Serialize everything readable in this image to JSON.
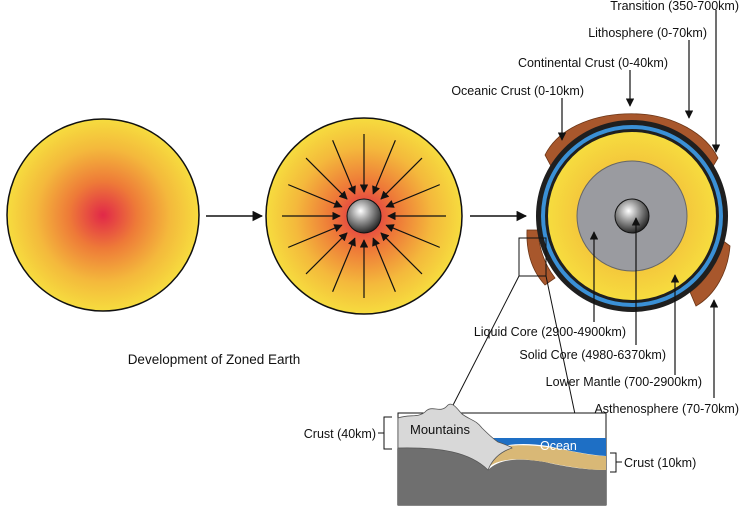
{
  "caption": "Development of Zoned Earth",
  "labels": {
    "transition": "Transition (350-700km)",
    "lithosphere": "Lithosphere (0-70km)",
    "continental_crust": "Continental Crust (0-40km)",
    "oceanic_crust": "Oceanic Crust (0-10km)",
    "liquid_core": "Liquid Core (2900-4900km)",
    "solid_core": "Solid Core (4980-6370km)",
    "lower_mantle": "Lower Mantle (700-2900km)",
    "asthenosphere": "Asthenosphere (70-70km)"
  },
  "inset": {
    "mountains": "Mountains",
    "ocean": "Ocean",
    "crust_continental": "Crust (40km)",
    "crust_oceanic": "Crust (10km)"
  },
  "colors": {
    "mantle_outer": "#f2d23c",
    "mantle_inner": "#e8432e",
    "core_grey": "#9a9ba0",
    "water_blue": "#2f7fd0",
    "crust_brown": "#a8572c"
  }
}
